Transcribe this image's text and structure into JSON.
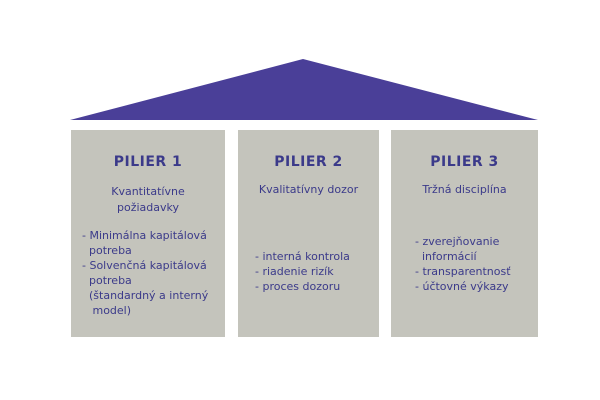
{
  "colors": {
    "roof": "#4a3f98",
    "pillar": "#c4c4bc",
    "text": "#3b3a8a",
    "background": "#ffffff"
  },
  "pillars": [
    {
      "title": "PILIER 1",
      "subtitle_lines": [
        "Kvantitatívne",
        "požiadavky"
      ],
      "items": [
        "- Minimálna kapitálová",
        "  potreba",
        "- Solvenčná kapitálová",
        "  potreba",
        "  (štandardný a interný",
        "   model)"
      ]
    },
    {
      "title": "PILIER 2",
      "subtitle_lines": [
        "Kvalitatívny dozor"
      ],
      "items": [
        "- interná kontrola",
        "- riadenie rizík",
        "- proces dozoru"
      ]
    },
    {
      "title": "PILIER 3",
      "subtitle_lines": [
        "Tržná disciplína"
      ],
      "items": [
        "- zverejňovanie",
        "  informácií",
        "- transparentnosť",
        "- účtovné výkazy"
      ]
    }
  ]
}
